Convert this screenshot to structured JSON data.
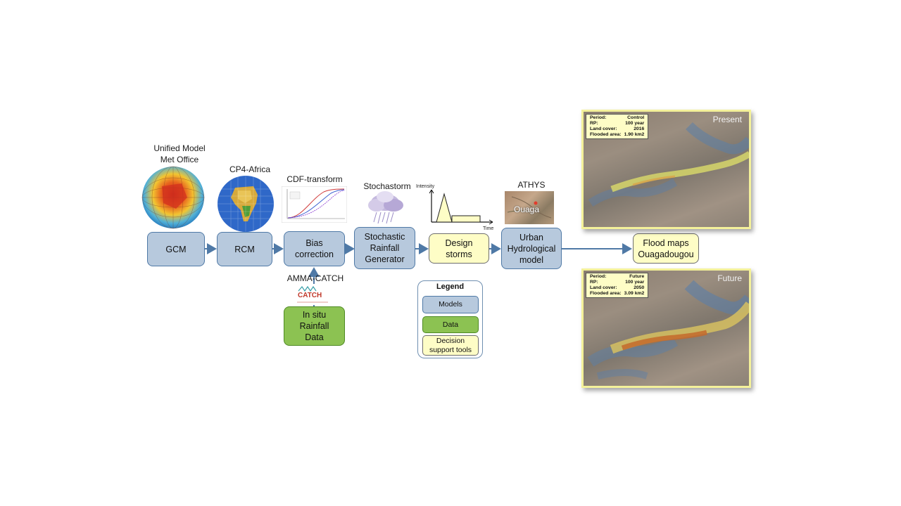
{
  "captions": {
    "unified_model_line1": "Unified Model",
    "unified_model_line2": "Met Office",
    "cp4": "CP4-Africa",
    "cdf": "CDF-transform",
    "stochastorm": "Stochastorm",
    "athys": "ATHYS",
    "amma": "AMMA-CATCH",
    "amma_logo_text": "CATCH",
    "ouaga": "Ouaga",
    "intensity": "Intensity",
    "time": "Time"
  },
  "boxes": {
    "gcm": "GCM",
    "rcm": "RCM",
    "bias": "Bias\ncorrection",
    "stochastic": "Stochastic\nRainfall\nGenerator",
    "design": "Design\nstorms",
    "urban": "Urban\nHydrological\nmodel",
    "flood": "Flood maps\nOuagadougou",
    "insitu": "In situ\nRainfall\nData"
  },
  "legend": {
    "title": "Legend",
    "models": "Models",
    "data": "Data",
    "tools": "Decision\nsupport tools"
  },
  "maps": {
    "present": {
      "label": "Present",
      "rows": [
        {
          "k": "Period:",
          "v": "Control"
        },
        {
          "k": "RP:",
          "v": "100 year"
        },
        {
          "k": "Land cover:",
          "v": "2016"
        },
        {
          "k": "Flooded area:",
          "v": "1.90 km2"
        }
      ]
    },
    "future": {
      "label": "Future",
      "rows": [
        {
          "k": "Period:",
          "v": "Future"
        },
        {
          "k": "RP:",
          "v": "100 year"
        },
        {
          "k": "Land cover:",
          "v": "2050"
        },
        {
          "k": "Flooded area:",
          "v": "3.09 km2"
        }
      ]
    }
  },
  "colors": {
    "model_fill": "#b7c9dd",
    "data_fill": "#8cc252",
    "tool_fill": "#fefdc6",
    "arrow": "#4f79a6",
    "map_border": "#f4f19a"
  }
}
